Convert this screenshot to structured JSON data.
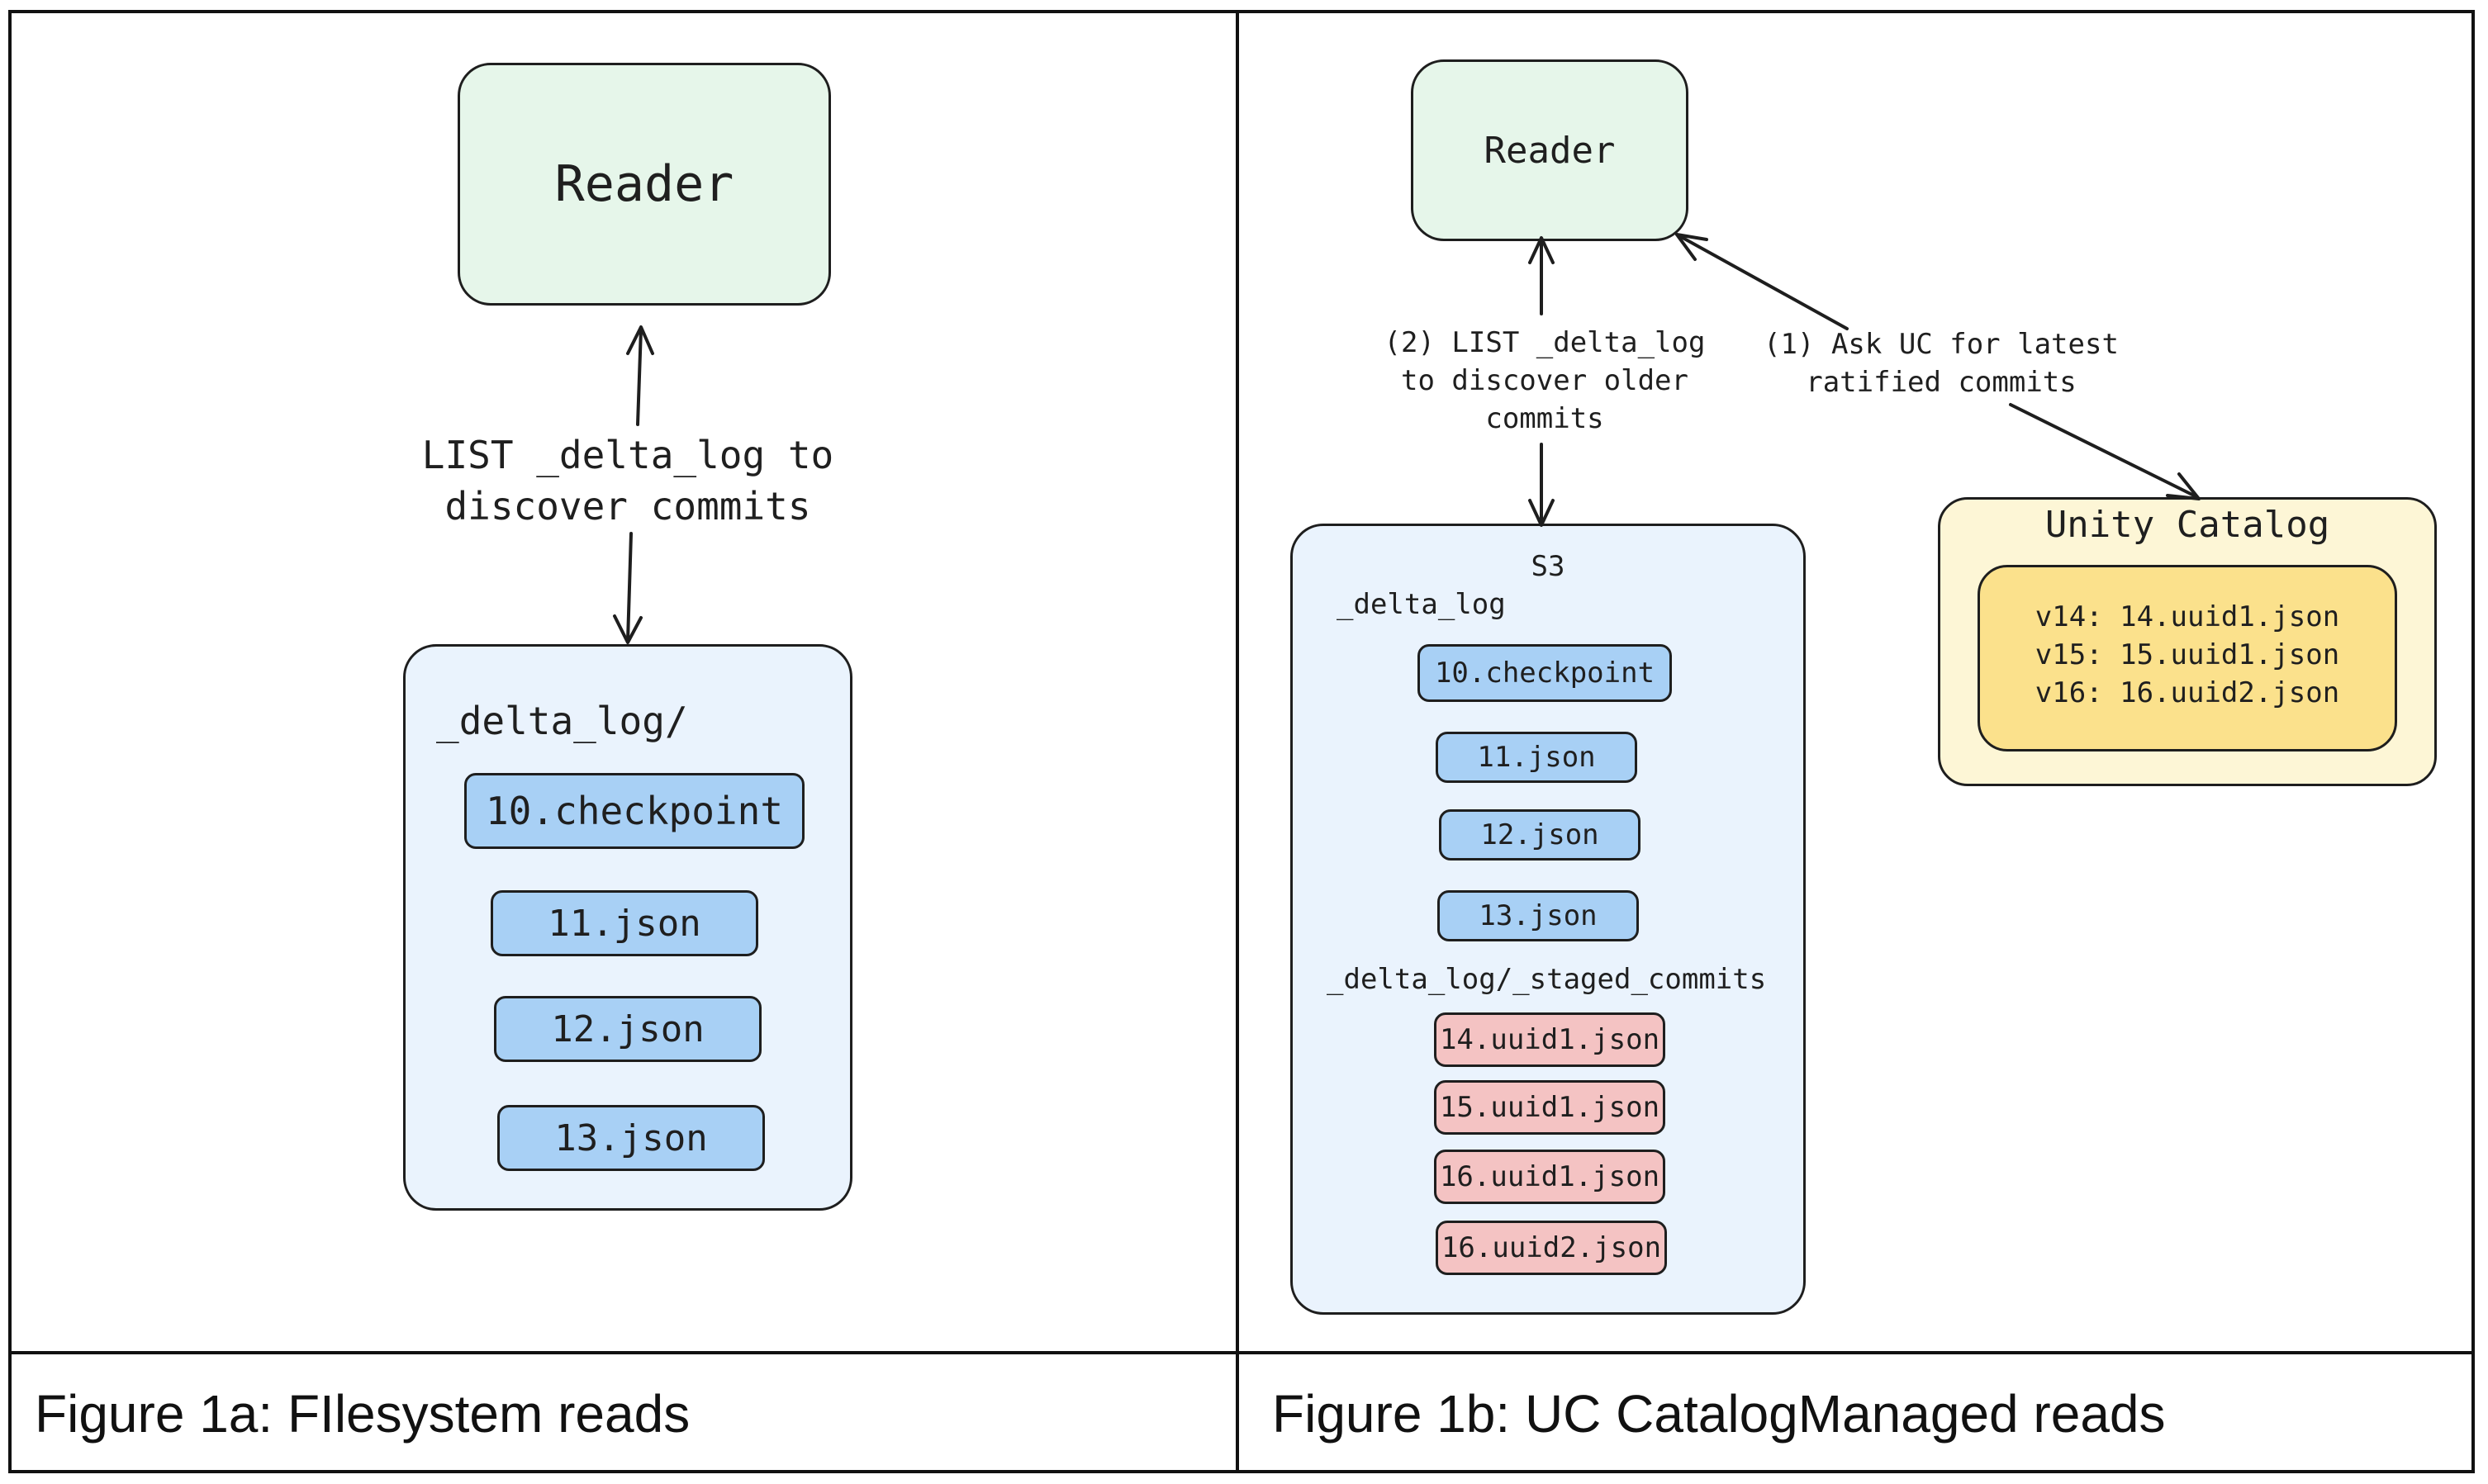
{
  "left_panel": {
    "reader_label": "Reader",
    "arrow_label_line1": "LIST _delta_log to",
    "arrow_label_line2": "discover commits",
    "folder_label": "_delta_log/",
    "files": [
      "10.checkpoint",
      "11.json",
      "12.json",
      "13.json"
    ],
    "caption": "Figure 1a: FIlesystem reads"
  },
  "right_panel": {
    "reader_label": "Reader",
    "list_label_line1": "(2) LIST _delta_log",
    "list_label_line2": "to discover older",
    "list_label_line3": "commits",
    "ask_label_line1": "(1) Ask UC for latest",
    "ask_label_line2": "ratified commits",
    "s3_label": "S3",
    "delta_log_label": "_delta_log",
    "files": [
      "10.checkpoint",
      "11.json",
      "12.json",
      "13.json"
    ],
    "staged_label": "_delta_log/_staged_commits",
    "staged_files": [
      "14.uuid1.json",
      "15.uuid1.json",
      "16.uuid1.json",
      "16.uuid2.json"
    ],
    "catalog_title": "Unity Catalog",
    "catalog_entries": [
      "v14: 14.uuid1.json",
      "v15: 15.uuid1.json",
      "v16: 16.uuid2.json"
    ],
    "caption": "Figure 1b: UC CatalogManaged reads"
  },
  "colors": {
    "reader_fill": "#e6f6ea",
    "container_fill": "#eaf3fd",
    "file_fill": "#a8d0f5",
    "staged_fill": "#f4c3c3",
    "catalog_fill": "#fdf6d6",
    "catalog_inner_fill": "#fbe18c"
  }
}
